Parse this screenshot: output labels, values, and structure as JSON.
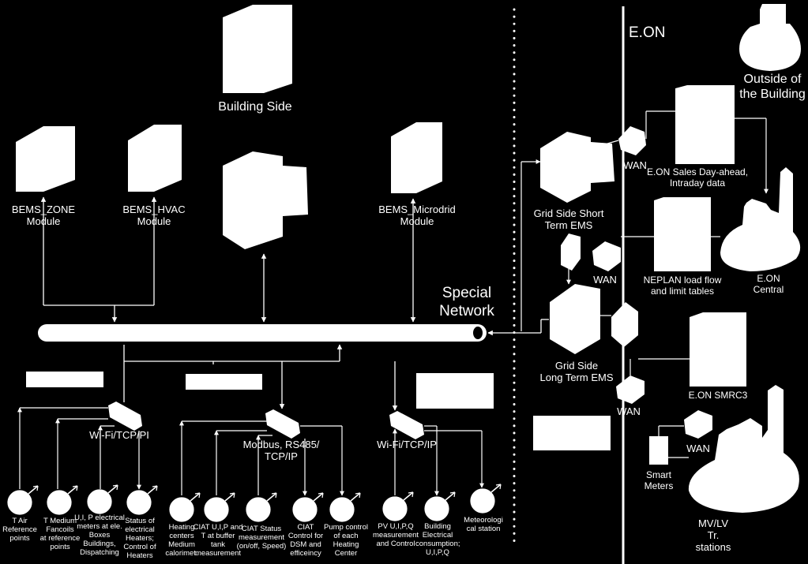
{
  "colors": {
    "background": "#000000",
    "foreground": "#ffffff"
  },
  "building_side": {
    "title": "Building Side",
    "modules": {
      "zone": [
        "BEMS_ZONE",
        "Module"
      ],
      "hvac": [
        "BEMS_HVAC",
        "Module"
      ],
      "microgrid": [
        "BEMS_Microdrid",
        "Module"
      ]
    }
  },
  "special_network": [
    "Special",
    "Network"
  ],
  "gateways": {
    "left": "Wi-Fi/TCP/PI",
    "middle": [
      "Modbus, RS485/",
      "TCP/IP"
    ],
    "right": "Wi-Fi/TCP/IP"
  },
  "sensors": [
    {
      "id": "t-air",
      "lines": [
        "T Air",
        "Reference",
        "points"
      ]
    },
    {
      "id": "t-medium",
      "lines": [
        "T Medium",
        "Fancoils",
        "at reference",
        "points"
      ]
    },
    {
      "id": "uip-meters",
      "lines": [
        "U,I, P electrical",
        "meters at ele.",
        "Boxes",
        "Buildings,",
        "Dispatching"
      ]
    },
    {
      "id": "heater-status",
      "lines": [
        "Status of",
        "electrical",
        "Heaters;",
        "Control of",
        "Heaters"
      ]
    },
    {
      "id": "heating-centers",
      "lines": [
        "Heating",
        "centers",
        "Medium",
        "calorimet."
      ]
    },
    {
      "id": "ciat-buffer",
      "lines": [
        "CIAT U,I,P and",
        "T at buffer",
        "tank",
        "measurement"
      ]
    },
    {
      "id": "ciat-status",
      "lines": [
        "CIAT Status",
        "measurement",
        "(on/off, Speed)"
      ]
    },
    {
      "id": "ciat-control",
      "lines": [
        "CIAT",
        "Control for",
        "DSM and",
        "efficeincy"
      ]
    },
    {
      "id": "pump-control",
      "lines": [
        "Pump control",
        "of each",
        "Heating",
        "Center"
      ]
    },
    {
      "id": "pv",
      "lines": [
        "PV U,I,P,Q",
        "measurement",
        "and Control"
      ]
    },
    {
      "id": "building-consumption",
      "lines": [
        "Building",
        "Electrical",
        "consumption;",
        "U,I,P,Q"
      ]
    },
    {
      "id": "meteo",
      "lines": [
        "Meteorologi",
        "cal station"
      ]
    }
  ],
  "grid_side": {
    "provider": "E.ON",
    "outside": [
      "Outside of",
      "the Building"
    ],
    "short_term_ems": [
      "Grid Side Short",
      "Term EMS"
    ],
    "long_term_ems": [
      "Grid Side",
      "Long Term EMS"
    ],
    "wan": "WAN",
    "sales": [
      "E.ON Sales  Day-ahead,",
      "Intraday data"
    ],
    "central": [
      "E.ON",
      "Central"
    ],
    "neplan": [
      "NEPLAN load flow",
      "and limit tables"
    ],
    "smrc": "E.ON SMRC3",
    "smart_meters": [
      "Smart",
      "Meters"
    ],
    "stations": [
      "MV/LV",
      "Tr.",
      "stations"
    ]
  }
}
